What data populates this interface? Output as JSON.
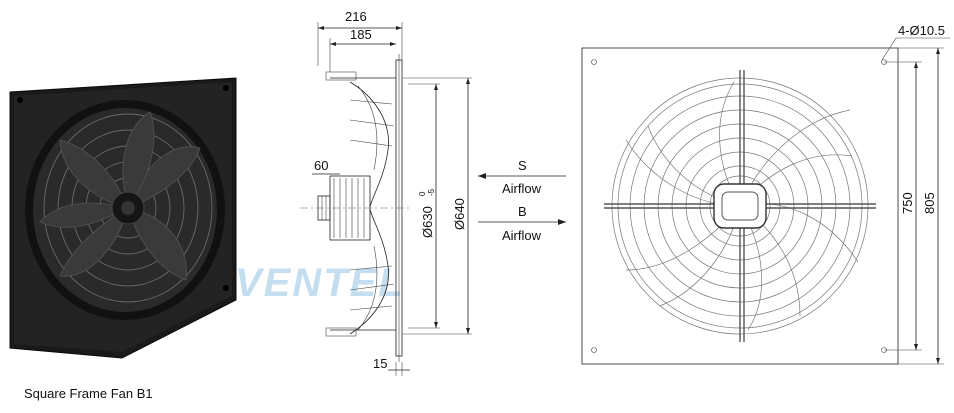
{
  "caption": "Square Frame Fan B1",
  "watermark": "VENTEL",
  "side_view": {
    "dim_overall_depth": "216",
    "dim_frame_depth": "185",
    "dim_hub": "60",
    "dim_flange": "15",
    "dim_impeller_dia": "Ø630",
    "dim_impeller_tol_upper": "0",
    "dim_impeller_tol_lower": "-5",
    "dim_housing_dia": "Ø640"
  },
  "airflow": {
    "s_label": "S",
    "s_text": "Airflow",
    "b_label": "B",
    "b_text": "Airflow"
  },
  "front_view": {
    "holes": "4-Ø10.5",
    "dim_hole_spacing": "750",
    "dim_frame_size": "805"
  },
  "colors": {
    "fan_body": "#1c1c1c",
    "watermark": "#5a9fd4",
    "line": "#222222"
  }
}
